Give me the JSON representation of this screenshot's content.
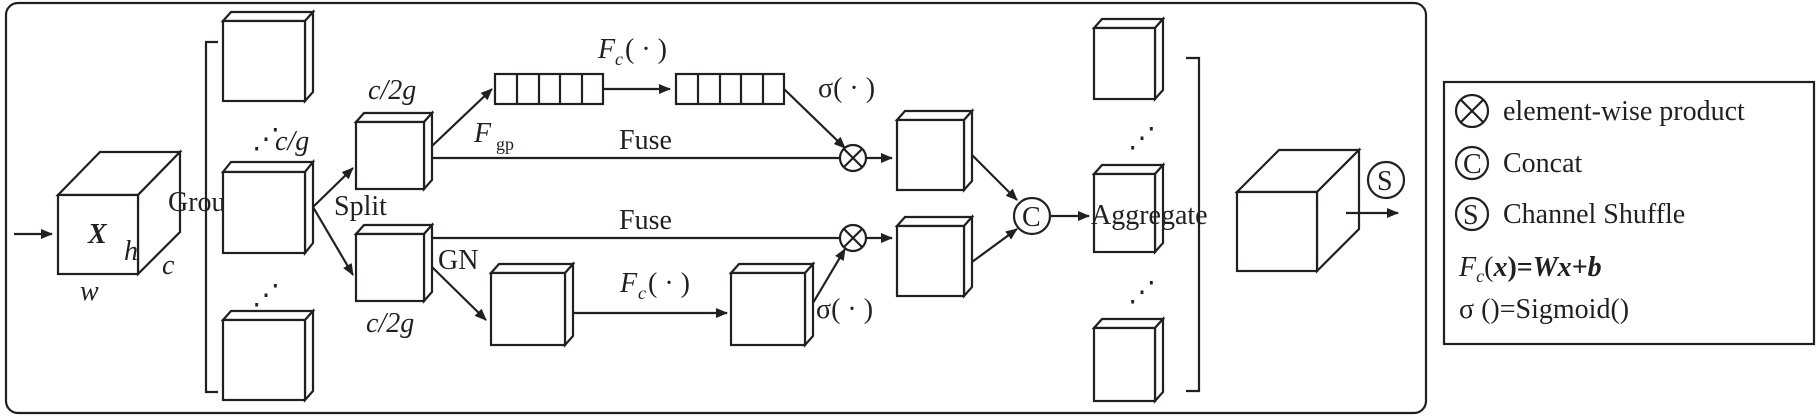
{
  "input": {
    "symbol": "X",
    "h": "h",
    "w": "w",
    "c": "c"
  },
  "group_label": "Group",
  "split_label": "Split",
  "cg_label": "c/g",
  "dots": "⋰",
  "half_top": "c/2g",
  "half_bottom": "c/2g",
  "fgp_F": "F",
  "fgp_sub": "gp",
  "fc_F": "F",
  "fc_sub": "c",
  "fc_args": "( · )",
  "sigma_top": "σ( · )",
  "sigma_bottom": "σ( · )",
  "fuse_top": "Fuse",
  "fuse_bottom": "Fuse",
  "gn_label": "GN",
  "aggregate_label": "Aggregate",
  "concat_symbol": "C",
  "shuffle_symbol": "S",
  "legend": {
    "product": "element-wise product",
    "concat": "Concat",
    "shuffle": "Channel Shuffle",
    "formula_F": "F",
    "formula_sub": "c",
    "formula_rest_1": "(",
    "formula_x": "x",
    "formula_rest_2": ")=",
    "formula_rhs": "Wx+b",
    "sigmoid": "σ ()=Sigmoid()"
  }
}
